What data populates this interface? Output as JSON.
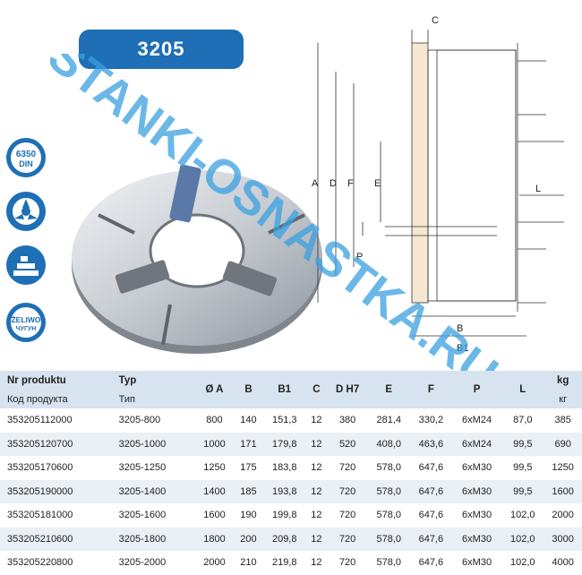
{
  "title": "3205",
  "watermark": "STANKI-OSNASTKA.RU",
  "badges": {
    "din_top": "6350",
    "din_bottom": "DIN",
    "material_pl": "ŻELIWO",
    "material_ru": "ЧУГУН"
  },
  "dimension_labels": {
    "c": "C",
    "a": "A",
    "d": "D",
    "f": "F",
    "e": "E",
    "l": "L",
    "p": "P",
    "b": "B",
    "b1": "B1"
  },
  "table": {
    "headers_top": [
      "Nr produktu",
      "Typ",
      "Ø A",
      "B",
      "B1",
      "C",
      "D H7",
      "E",
      "F",
      "P",
      "L",
      "kg"
    ],
    "headers_bottom": [
      "Код продукта",
      "Тип",
      "",
      "",
      "",
      "",
      "",
      "",
      "",
      "",
      "",
      "кг"
    ],
    "rows": [
      [
        "353205112000",
        "3205-800",
        "800",
        "140",
        "151,3",
        "12",
        "380",
        "281,4",
        "330,2",
        "6xM24",
        "87,0",
        "385"
      ],
      [
        "353205120700",
        "3205-1000",
        "1000",
        "171",
        "179,8",
        "12",
        "520",
        "408,0",
        "463,6",
        "6xM24",
        "99,5",
        "690"
      ],
      [
        "353205170600",
        "3205-1250",
        "1250",
        "175",
        "183,8",
        "12",
        "720",
        "578,0",
        "647,6",
        "6xM30",
        "99,5",
        "1250"
      ],
      [
        "353205190000",
        "3205-1400",
        "1400",
        "185",
        "193,8",
        "12",
        "720",
        "578,0",
        "647,6",
        "6xM30",
        "99,5",
        "1600"
      ],
      [
        "353205181000",
        "3205-1600",
        "1600",
        "190",
        "199,8",
        "12",
        "720",
        "578,0",
        "647,6",
        "6xM30",
        "102,0",
        "2000"
      ],
      [
        "353205210600",
        "3205-1800",
        "1800",
        "200",
        "209,8",
        "12",
        "720",
        "578,0",
        "647,6",
        "6xM30",
        "102,0",
        "3000"
      ],
      [
        "353205220800",
        "3205-2000",
        "2000",
        "210",
        "219,8",
        "12",
        "720",
        "578,0",
        "647,6",
        "6xM30",
        "102,0",
        "4000"
      ]
    ]
  },
  "colors": {
    "brand_blue": "#1e6fb5",
    "header_bg": "#d7e3ee",
    "row_alt": "#e9f0f6",
    "watermark": "#3aa0e0"
  }
}
